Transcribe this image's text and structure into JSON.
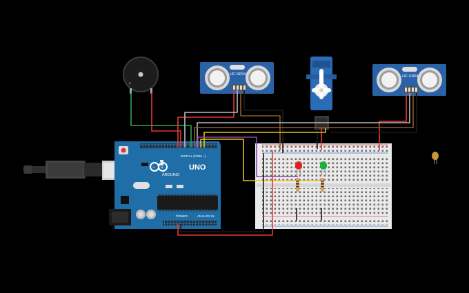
{
  "canvas": {
    "background": "#000000"
  },
  "arduino": {
    "brand": "ARDUINO",
    "model": "UNO",
    "digital_label": "DIGITAL (PWM ~)",
    "power_label": "POWER",
    "analog_label": "ANALOG IN",
    "board_color": "#1f6ea8"
  },
  "sensor_left": {
    "label": "HC-SR04"
  },
  "sensor_right": {
    "label": "HC-SR04"
  },
  "leds": [
    {
      "name": "red-led",
      "color": "#e02020"
    },
    {
      "name": "green-led",
      "color": "#17b13b"
    }
  ],
  "icons": [
    "usb-cable-icon",
    "piezo-buzzer-icon",
    "servo-motor-icon",
    "breadboard-icon",
    "led-icon",
    "resistor-icon",
    "capacitor-icon",
    "ultrasonic-sensor-icon"
  ],
  "wire_colors": {
    "red": "#e53935",
    "black": "#1b1b1b",
    "brown": "#8d5a2b",
    "green": "#2fa84f",
    "purple": "#8e44ad",
    "yellow": "#e9c21a",
    "gray": "#bdbdbd",
    "darkred": "#a01818"
  }
}
